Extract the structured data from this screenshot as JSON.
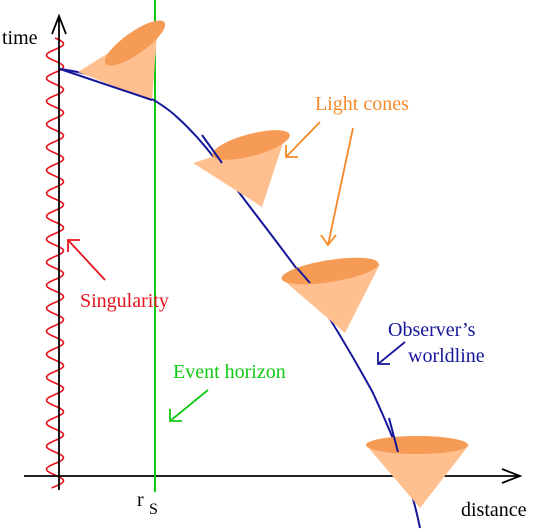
{
  "axes": {
    "y_label": "time",
    "x_label": "distance",
    "horizon_tick_main": "r",
    "horizon_tick_sub": "S"
  },
  "annotations": {
    "light_cones": "Light cones",
    "singularity": "Singularity",
    "event_horizon": "Event horizon",
    "worldline_line1": "Observer’s",
    "worldline_line2": "worldline"
  },
  "colors": {
    "axis": "#000000",
    "singularity": "#e8131b",
    "event_horizon": "#12c912",
    "worldline": "#16169a",
    "cone_fill": "#ffbf8f",
    "cone_rim": "#f59b55",
    "cone_label": "#f58a2a"
  }
}
